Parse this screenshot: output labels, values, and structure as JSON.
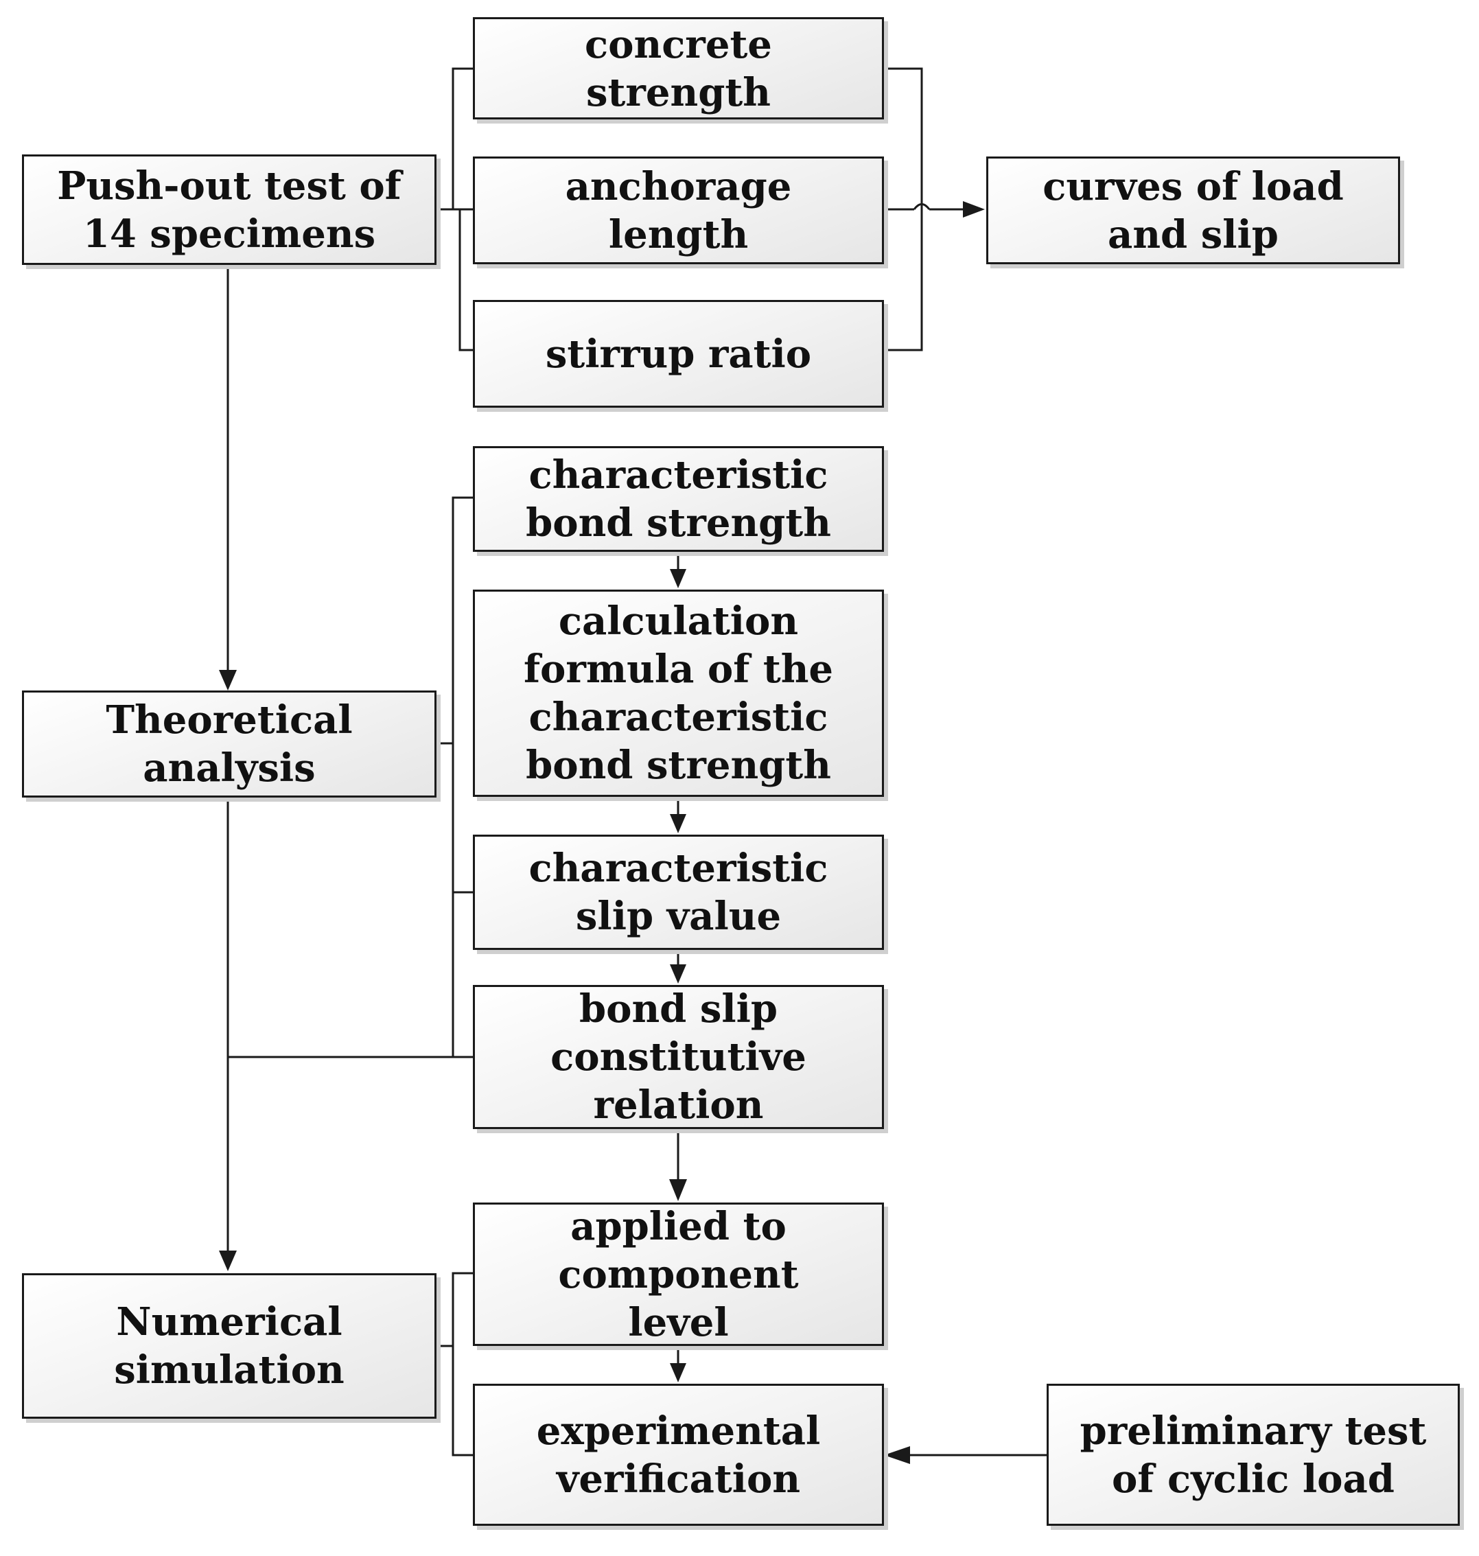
{
  "nodes": {
    "push_out_test": "Push-out test of\n14 specimens",
    "theoretical_analysis": "Theoretical\nanalysis",
    "numerical_simulation": "Numerical\nsimulation",
    "concrete_strength": "concrete\nstrength",
    "anchorage_length": "anchorage\nlength",
    "stirrup_ratio": "stirrup ratio",
    "curves_load_slip": "curves of load\nand slip",
    "characteristic_bond_strength": "characteristic\nbond strength",
    "calculation_formula": "calculation\nformula of the\ncharacteristic\nbond strength",
    "characteristic_slip_value": "characteristic\nslip value",
    "bond_slip_constitutive": "bond slip\nconstitutive\nrelation",
    "applied_component_level": "applied to\ncomponent\nlevel",
    "experimental_verification": "experimental\nverification",
    "preliminary_test_cyclic": "preliminary test\nof cyclic load"
  }
}
